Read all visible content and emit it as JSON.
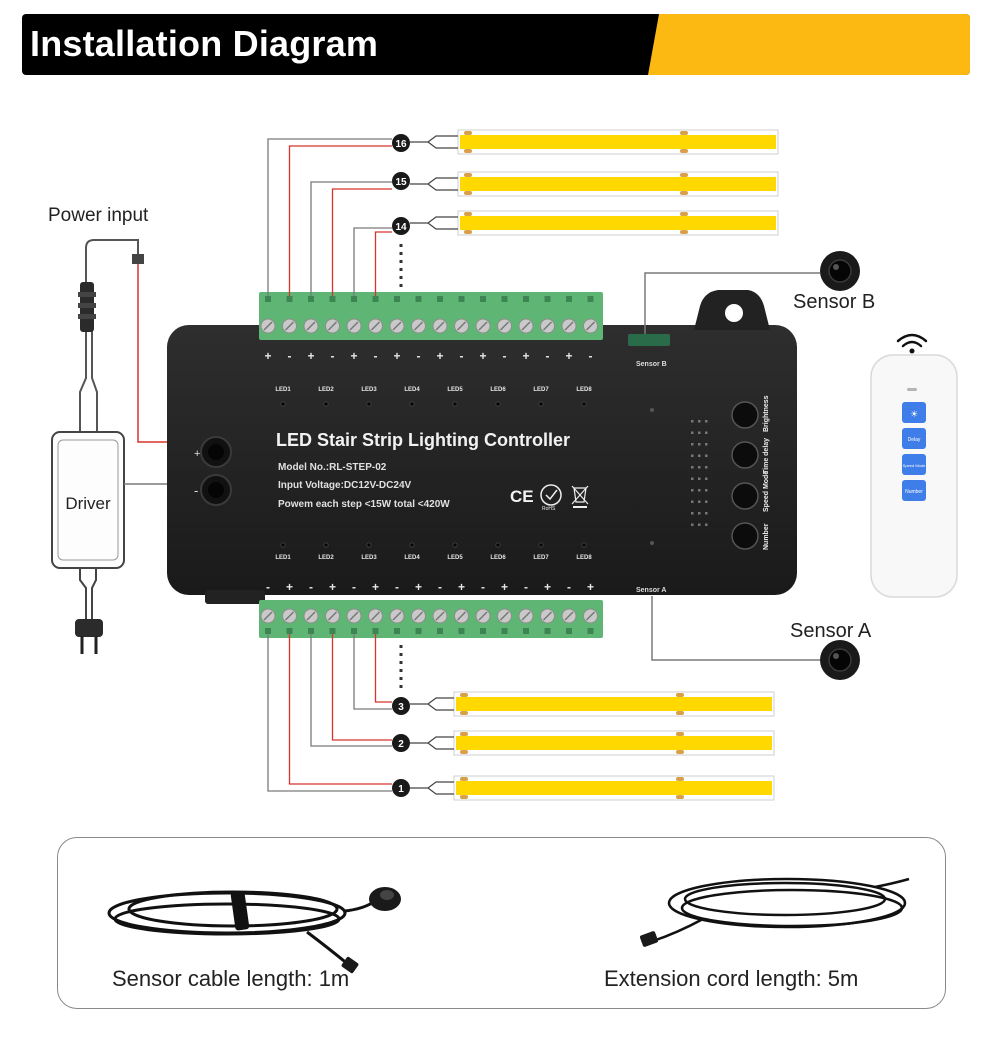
{
  "header": {
    "title": "Installation Diagram"
  },
  "colors": {
    "header_black": "#000000",
    "header_yellow": "#fbb911",
    "controller_body": "#232323",
    "terminal_green": "#5fb573",
    "strip_yellow": "#ffd800",
    "wire_red": "#d8342c",
    "wire_gray": "#7a7a7a"
  },
  "labels": {
    "power_input": "Power input",
    "driver": "Driver",
    "sensor_b": "Sensor B",
    "sensor_a": "Sensor A",
    "sensor_b_port": "Sensor B",
    "sensor_a_port": "Sensor A",
    "plus": "+",
    "minus": "-"
  },
  "controller": {
    "title": "LED Stair Strip Lighting Controller",
    "model": "Model No.:RL-STEP-02",
    "input_voltage": "Input Voltage:DC12V-DC24V",
    "power": "Powem each step <15W  total <420W",
    "ce": "CE",
    "rohs": "RoHS",
    "led_labels": [
      "LED1",
      "LED2",
      "LED3",
      "LED4",
      "LED5",
      "LED6",
      "LED7",
      "LED8"
    ],
    "buttons": [
      "Brightness",
      "Time delay",
      "Speed Mode",
      "Number"
    ],
    "top_polarity": [
      "+",
      "-",
      "+",
      "-",
      "+",
      "-",
      "+",
      "-",
      "+",
      "-",
      "+",
      "-",
      "+",
      "-",
      "+",
      "-"
    ],
    "bottom_polarity": [
      "-",
      "+",
      "-",
      "+",
      "-",
      "+",
      "-",
      "+",
      "-",
      "+",
      "-",
      "+",
      "-",
      "+",
      "-",
      "+"
    ]
  },
  "steps_top": [
    "16",
    "15",
    "14"
  ],
  "steps_bottom": [
    "3",
    "2",
    "1"
  ],
  "remote": {
    "buttons": [
      "Delay",
      "Speed Mode",
      "Number"
    ]
  },
  "accessories": {
    "sensor_cable": "Sensor cable length: 1m",
    "extension_cord": "Extension cord length: 5m"
  }
}
